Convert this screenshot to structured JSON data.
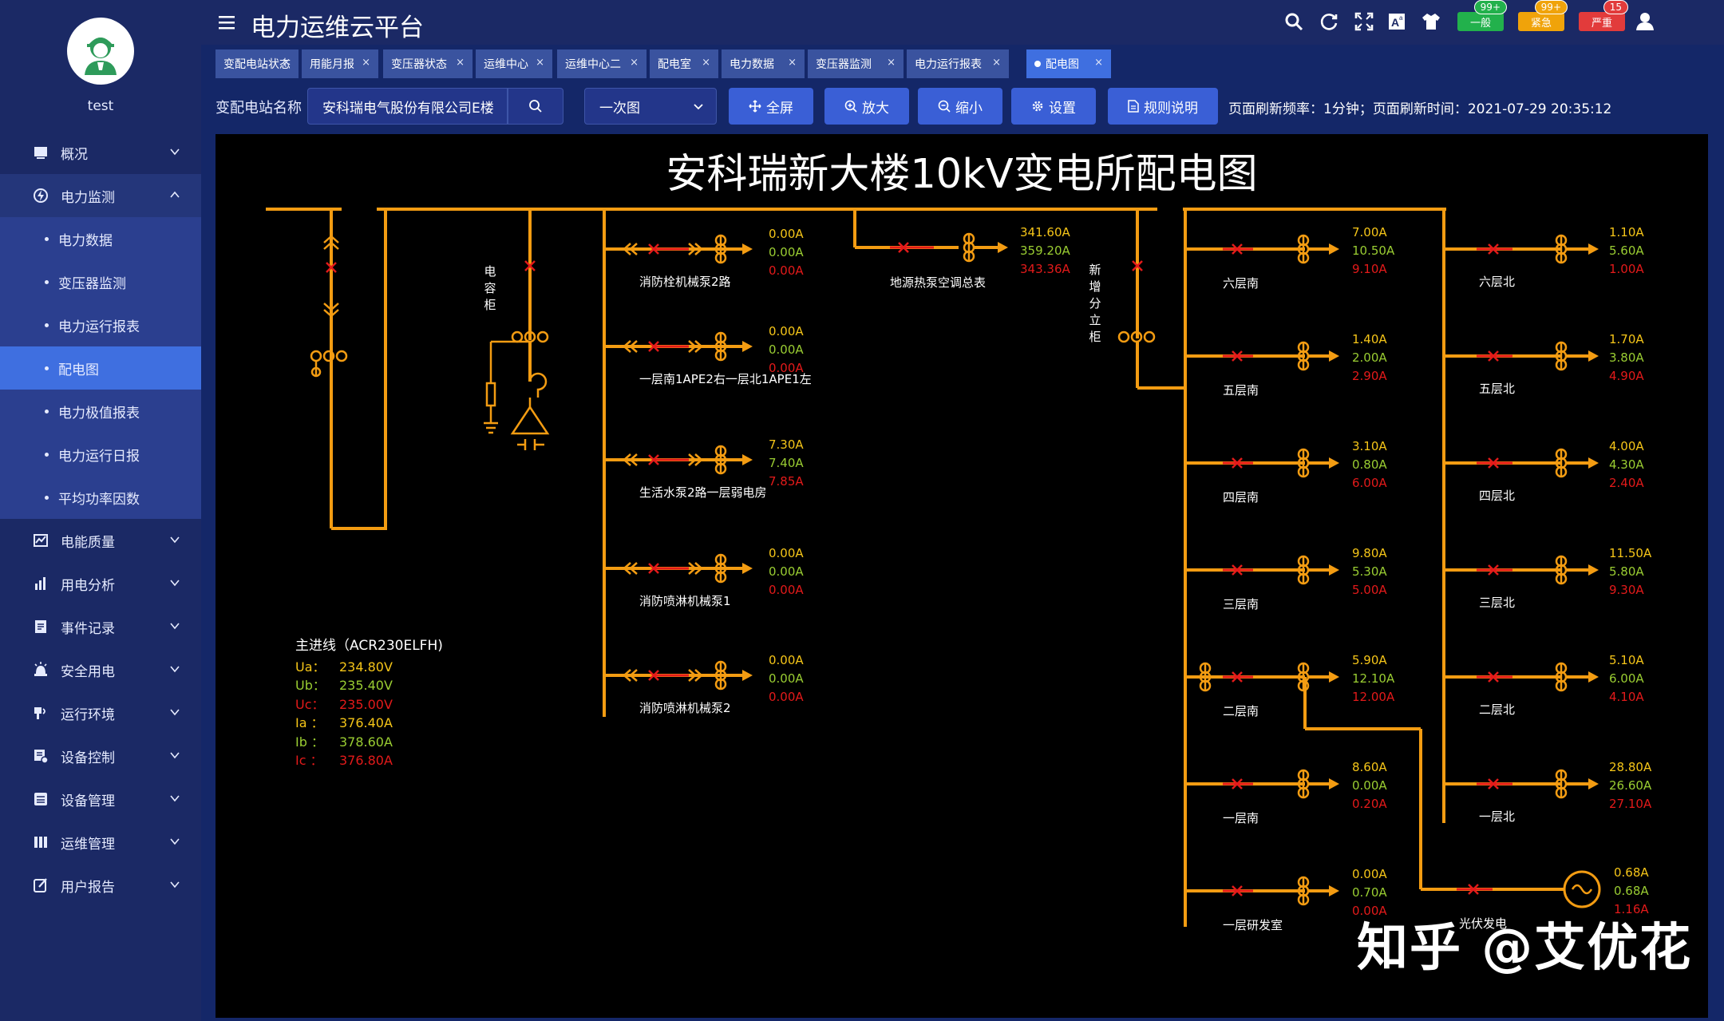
{
  "user": {
    "name": "test"
  },
  "app": {
    "title": "电力运维云平台"
  },
  "menu": [
    {
      "label": "概况",
      "icon": "overview-icon"
    },
    {
      "label": "电力监测",
      "icon": "monitor-icon",
      "open": true,
      "children": [
        "电力数据",
        "变压器监测",
        "电力运行报表",
        "配电图",
        "电力极值报表",
        "电力运行日报",
        "平均功率因数"
      ],
      "active_child": "配电图"
    },
    {
      "label": "电能质量",
      "icon": "quality-icon"
    },
    {
      "label": "用电分析",
      "icon": "analysis-icon"
    },
    {
      "label": "事件记录",
      "icon": "event-icon"
    },
    {
      "label": "安全用电",
      "icon": "safety-icon"
    },
    {
      "label": "运行环境",
      "icon": "environment-icon"
    },
    {
      "label": "设备控制",
      "icon": "control-icon"
    },
    {
      "label": "设备管理",
      "icon": "device-icon"
    },
    {
      "label": "运维管理",
      "icon": "om-icon"
    },
    {
      "label": "用户报告",
      "icon": "report-icon"
    }
  ],
  "alarms": [
    {
      "label": "一般",
      "count": "99+",
      "color": "#22b14c"
    },
    {
      "label": "紧急",
      "count": "99+",
      "color": "#f0a30a"
    },
    {
      "label": "严重",
      "count": "15",
      "color": "#e23b3b"
    }
  ],
  "tabs": [
    "变配电站状态",
    "用能月报",
    "变压器状态",
    "运维中心",
    "运维中心二",
    "配电室",
    "电力数据",
    "变压器监测",
    "电力运行报表",
    "配电图"
  ],
  "toolbar": {
    "station_label": "变配电站名称",
    "station_value": "安科瑞电气股份有限公司E楼",
    "diagram_select": "一次图",
    "buttons": [
      "全屏",
      "放大",
      "缩小",
      "设置",
      "规则说明"
    ],
    "refresh_text": "页面刷新频率：1分钟；页面刷新时间：2021-07-29 20:35:12"
  },
  "diagram": {
    "title": "安科瑞新大楼10kV变电所配电图",
    "capacitor_label": "电容柜",
    "new_cabinet_label": "新增分立柜",
    "main_line": {
      "title": "主进线（ACR230ELFH)",
      "rows": [
        {
          "k": "Ua：",
          "v": "234.80V"
        },
        {
          "k": "Ub：",
          "v": "235.40V"
        },
        {
          "k": "Uc：",
          "v": "235.00V"
        },
        {
          "k": "Ia ：",
          "v": "376.40A"
        },
        {
          "k": "Ib ：",
          "v": "378.60A"
        },
        {
          "k": "Ic ：",
          "v": "376.80A"
        }
      ]
    },
    "feeders_left": [
      {
        "name": "消防栓机械泵2路",
        "a": "0.00A",
        "b": "0.00A",
        "c": "0.00A"
      },
      {
        "name": "一层南1APE2右一层北1APE1左",
        "a": "0.00A",
        "b": "0.00A",
        "c": "0.00A"
      },
      {
        "name": "生活水泵2路一层弱电房",
        "a": "7.30A",
        "b": "7.40A",
        "c": "7.85A"
      },
      {
        "name": "消防喷淋机械泵1",
        "a": "0.00A",
        "b": "0.00A",
        "c": "0.00A"
      },
      {
        "name": "消防喷淋机械泵2",
        "a": "0.00A",
        "b": "0.00A",
        "c": "0.00A"
      }
    ],
    "geothermal": {
      "name": "地源热泵空调总表",
      "a": "341.60A",
      "b": "359.20A",
      "c": "343.36A"
    },
    "feeders_south": [
      {
        "name": "六层南",
        "a": "7.00A",
        "b": "10.50A",
        "c": "9.10A"
      },
      {
        "name": "五层南",
        "a": "1.40A",
        "b": "2.00A",
        "c": "2.90A"
      },
      {
        "name": "四层南",
        "a": "3.10A",
        "b": "0.80A",
        "c": "6.00A"
      },
      {
        "name": "三层南",
        "a": "9.80A",
        "b": "5.30A",
        "c": "5.00A"
      },
      {
        "name": "二层南",
        "a": "5.90A",
        "b": "12.10A",
        "c": "12.00A"
      },
      {
        "name": "一层南",
        "a": "8.60A",
        "b": "0.00A",
        "c": "0.20A"
      },
      {
        "name": "一层研发室",
        "a": "0.00A",
        "b": "0.70A",
        "c": "0.00A"
      }
    ],
    "feeders_north": [
      {
        "name": "六层北",
        "a": "1.10A",
        "b": "5.60A",
        "c": "1.00A"
      },
      {
        "name": "五层北",
        "a": "1.70A",
        "b": "3.80A",
        "c": "4.90A"
      },
      {
        "name": "四层北",
        "a": "4.00A",
        "b": "4.30A",
        "c": "2.40A"
      },
      {
        "name": "三层北",
        "a": "11.50A",
        "b": "5.80A",
        "c": "9.30A"
      },
      {
        "name": "二层北",
        "a": "5.10A",
        "b": "6.00A",
        "c": "4.10A"
      },
      {
        "name": "一层北",
        "a": "28.80A",
        "b": "26.60A",
        "c": "27.10A"
      }
    ],
    "pv": {
      "name": "光伏发电",
      "a": "0.68A",
      "b": "0.68A",
      "c": "1.16A"
    },
    "colors": {
      "bus": "#f39c12",
      "breaker": "#e31a1a",
      "ia": "#f5c518",
      "ib": "#9acd32",
      "ic": "#e31a1a"
    }
  },
  "watermark": "知乎 @艾优花"
}
